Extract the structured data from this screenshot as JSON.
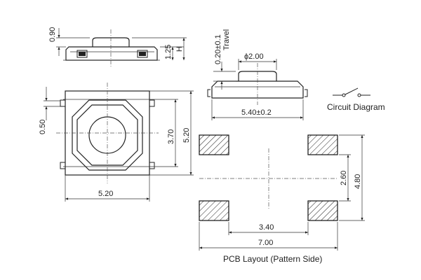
{
  "side_view": {
    "dim_cap_height": "0.90",
    "dim_body_height": "1.25",
    "dim_total_height": "H"
  },
  "front_view": {
    "dim_travel": "0.20±0.1",
    "travel_label": "Travel",
    "dim_actuator_dia": "ϕ2.00",
    "dim_width": "5.40±0.2"
  },
  "circuit": {
    "label": "Circuit Diagram"
  },
  "top_view": {
    "dim_terminal": "0.50",
    "dim_inner": "3.70",
    "dim_body_h": "5.20",
    "dim_body_w": "5.20"
  },
  "pcb": {
    "dim_pad_pitch_v": "2.60",
    "dim_total_h": "4.80",
    "dim_pad_gap": "3.40",
    "dim_total_w": "7.00",
    "label": "PCB Layout (Pattern Side)"
  }
}
